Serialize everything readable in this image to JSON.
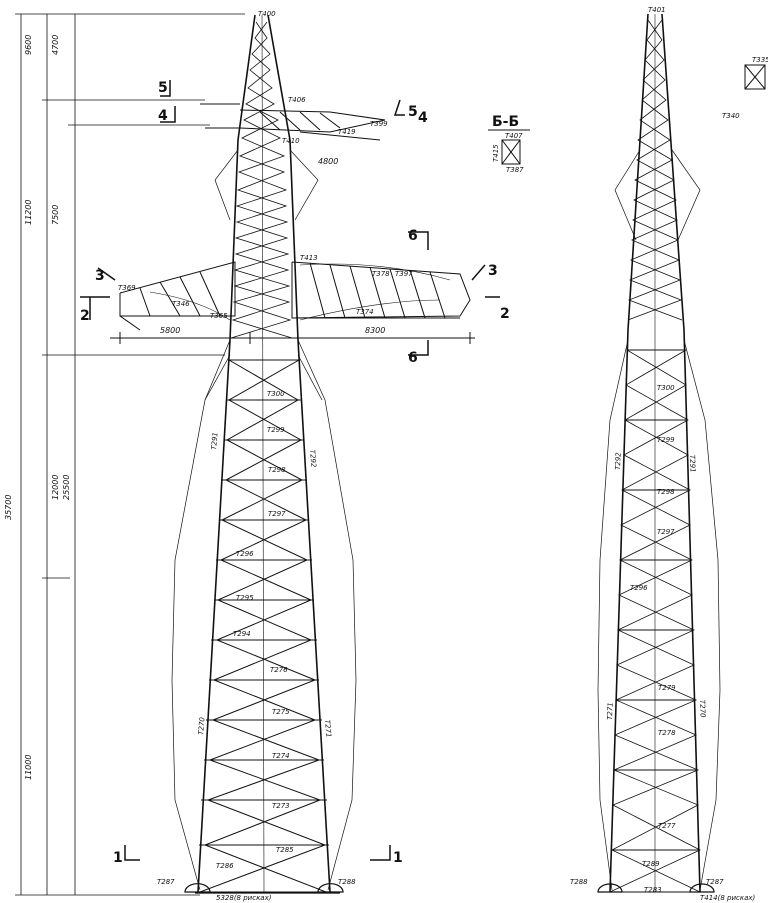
{
  "left_view": {
    "total_height": "35700",
    "dims_outer": [
      "9600",
      "11200",
      "12000",
      "11000"
    ],
    "dims_inner": [
      "4700",
      "7500",
      "25500"
    ],
    "crossarm_dims": [
      "5800",
      "8300"
    ],
    "upper_arm_dim": "4800",
    "section_marks": [
      "5",
      "4",
      "3",
      "2",
      "1",
      "1",
      "3",
      "2",
      "5",
      "4",
      "6",
      "6"
    ],
    "foot_note": "5328(8 рисках)",
    "member_labels_left": [
      "T291",
      "T270"
    ],
    "member_labels_right": [
      "T292",
      "T271"
    ],
    "diagonal_labels": [
      "T300",
      "T299",
      "T298",
      "T297",
      "T296",
      "T295",
      "T294",
      "T276",
      "T275",
      "T274",
      "T273",
      "T285",
      "T286"
    ],
    "foot_labels": [
      "T287",
      "T288"
    ],
    "crossarm_labels": [
      "T369",
      "T346",
      "T365",
      "T374",
      "T378",
      "T399",
      "T413",
      "T397"
    ],
    "top_labels": [
      "T400",
      "T406",
      "T419",
      "T410"
    ]
  },
  "section_view": {
    "title": "Б-Б",
    "labels": [
      "T407",
      "T415",
      "T387"
    ]
  },
  "right_view": {
    "top_label": "T401",
    "side_labels": [
      "T292",
      "T291",
      "T271",
      "T270"
    ],
    "diagonal_labels": [
      "T300",
      "T299",
      "T298",
      "T297",
      "T296",
      "T279",
      "T278",
      "T277",
      "T289"
    ],
    "foot_labels": [
      "T288",
      "T287",
      "T283"
    ],
    "foot_note": "T414(8 рисках)",
    "detail_labels": [
      "T335",
      "T340"
    ]
  }
}
